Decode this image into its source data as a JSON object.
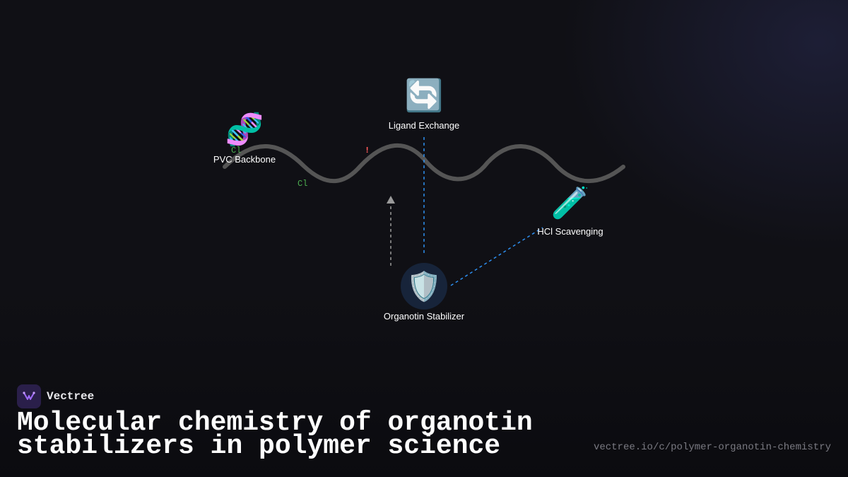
{
  "diagram": {
    "nodes": {
      "pvc_backbone": {
        "icon": "dna-icon",
        "glyph": "🧬",
        "label": "PVC Backbone"
      },
      "ligand_exchange": {
        "icon": "arrows-cycle-icon",
        "glyph": "🔄",
        "label": "Ligand Exchange"
      },
      "hcl_scavenging": {
        "icon": "test-tube-icon",
        "glyph": "🧪",
        "label": "HCl Scavenging"
      },
      "organotin_stabilizer": {
        "icon": "shield-icon",
        "glyph": "🛡️",
        "label": "Organotin Stabilizer"
      }
    },
    "atoms": {
      "cl_1": "Cl",
      "cl_2": "Cl"
    },
    "marker": "!",
    "colors": {
      "background": "#101015",
      "chain": "#555555",
      "dashed_blue": "#2d8ff0",
      "dashed_grey": "#9a9a9a",
      "chlorine": "#4caf50",
      "marker": "#ff5a5a",
      "shield_bg": "#17243a"
    }
  },
  "branding": {
    "name": "Vectree",
    "logo_icon": "vectree-logo-icon"
  },
  "headline": "Molecular chemistry of organotin stabilizers in polymer science",
  "url": "vectree.io/c/polymer-organotin-chemistry"
}
